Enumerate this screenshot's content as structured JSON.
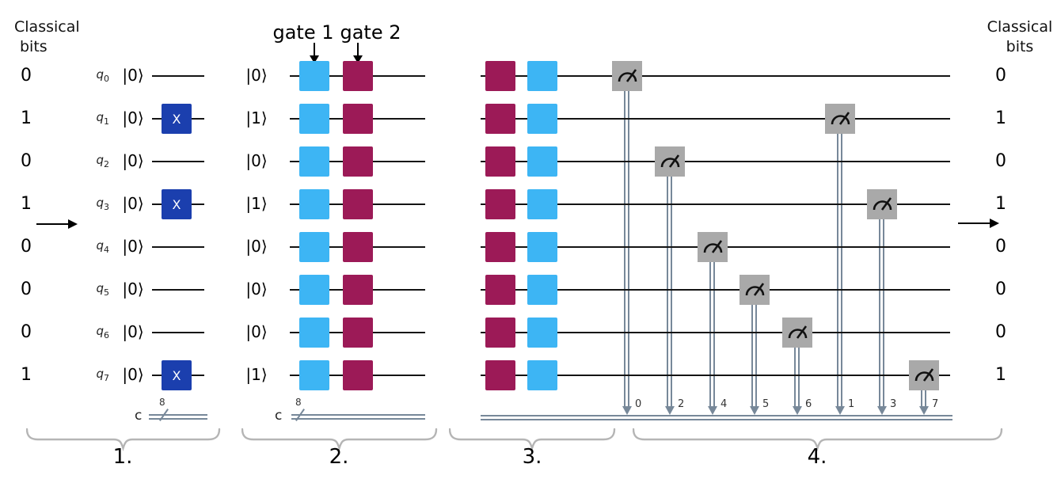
{
  "headers": {
    "left_line1": "Classical",
    "left_line2": "bits",
    "right_line1": "Classical",
    "right_line2": "bits"
  },
  "gate_labels": {
    "gate1": "gate 1",
    "gate2": "gate 2"
  },
  "x_gate_label": "X",
  "c_register": {
    "label": "c",
    "bus_width": "8"
  },
  "sections": {
    "s1": "1.",
    "s2": "2.",
    "s3": "3.",
    "s4": "4."
  },
  "qubits": [
    {
      "name": "q",
      "sub": "0",
      "bit_left": "0",
      "ket_in": "|0⟩",
      "x_gate": false,
      "ket_mid": "|0⟩",
      "clbit": "0",
      "bit_right": "0"
    },
    {
      "name": "q",
      "sub": "1",
      "bit_left": "1",
      "ket_in": "|0⟩",
      "x_gate": true,
      "ket_mid": "|1⟩",
      "clbit": "1",
      "bit_right": "1"
    },
    {
      "name": "q",
      "sub": "2",
      "bit_left": "0",
      "ket_in": "|0⟩",
      "x_gate": false,
      "ket_mid": "|0⟩",
      "clbit": "2",
      "bit_right": "0"
    },
    {
      "name": "q",
      "sub": "3",
      "bit_left": "1",
      "ket_in": "|0⟩",
      "x_gate": true,
      "ket_mid": "|1⟩",
      "clbit": "3",
      "bit_right": "1"
    },
    {
      "name": "q",
      "sub": "4",
      "bit_left": "0",
      "ket_in": "|0⟩",
      "x_gate": false,
      "ket_mid": "|0⟩",
      "clbit": "4",
      "bit_right": "0"
    },
    {
      "name": "q",
      "sub": "5",
      "bit_left": "0",
      "ket_in": "|0⟩",
      "x_gate": false,
      "ket_mid": "|0⟩",
      "clbit": "5",
      "bit_right": "0"
    },
    {
      "name": "q",
      "sub": "6",
      "bit_left": "0",
      "ket_in": "|0⟩",
      "x_gate": false,
      "ket_mid": "|0⟩",
      "clbit": "6",
      "bit_right": "0"
    },
    {
      "name": "q",
      "sub": "7",
      "bit_left": "1",
      "ket_in": "|0⟩",
      "x_gate": true,
      "ket_mid": "|1⟩",
      "clbit": "7",
      "bit_right": "1"
    }
  ],
  "measure_order_left_to_right": [
    "0",
    "2",
    "4",
    "5",
    "6",
    "1",
    "3",
    "7"
  ],
  "colors": {
    "x_gate": "#1b3fae",
    "gate1": "#3db5f4",
    "gate2": "#9c1a57",
    "meas_bg": "#a9a9a9",
    "cwire": "#778899",
    "brace": "#b5b5b5"
  }
}
